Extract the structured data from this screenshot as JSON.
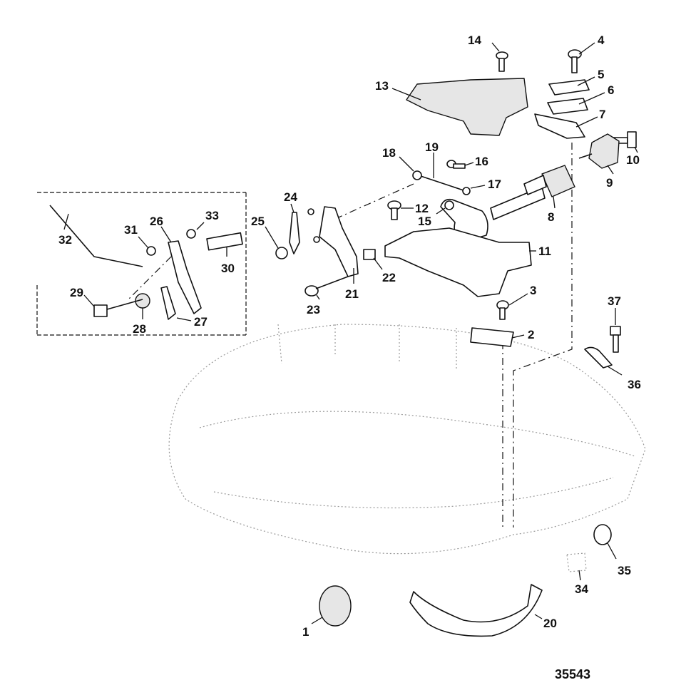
{
  "diagram": {
    "figure_number": "35543",
    "callouts": [
      {
        "id": "c1",
        "label": "1"
      },
      {
        "id": "c2",
        "label": "2"
      },
      {
        "id": "c3",
        "label": "3"
      },
      {
        "id": "c4",
        "label": "4"
      },
      {
        "id": "c5",
        "label": "5"
      },
      {
        "id": "c6",
        "label": "6"
      },
      {
        "id": "c7",
        "label": "7"
      },
      {
        "id": "c8",
        "label": "8"
      },
      {
        "id": "c9",
        "label": "9"
      },
      {
        "id": "c10",
        "label": "10"
      },
      {
        "id": "c11",
        "label": "11"
      },
      {
        "id": "c12",
        "label": "12"
      },
      {
        "id": "c13",
        "label": "13"
      },
      {
        "id": "c14",
        "label": "14"
      },
      {
        "id": "c15",
        "label": "15"
      },
      {
        "id": "c16",
        "label": "16"
      },
      {
        "id": "c17",
        "label": "17"
      },
      {
        "id": "c18",
        "label": "18"
      },
      {
        "id": "c19",
        "label": "19"
      },
      {
        "id": "c20",
        "label": "20"
      },
      {
        "id": "c21",
        "label": "21"
      },
      {
        "id": "c22",
        "label": "22"
      },
      {
        "id": "c23",
        "label": "23"
      },
      {
        "id": "c24",
        "label": "24"
      },
      {
        "id": "c25",
        "label": "25"
      },
      {
        "id": "c26",
        "label": "26"
      },
      {
        "id": "c27",
        "label": "27"
      },
      {
        "id": "c28",
        "label": "28"
      },
      {
        "id": "c29",
        "label": "29"
      },
      {
        "id": "c30",
        "label": "30"
      },
      {
        "id": "c31",
        "label": "31"
      },
      {
        "id": "c32",
        "label": "32"
      },
      {
        "id": "c33",
        "label": "33"
      },
      {
        "id": "c34",
        "label": "34"
      },
      {
        "id": "c35",
        "label": "35"
      },
      {
        "id": "c36",
        "label": "36"
      },
      {
        "id": "c37",
        "label": "37"
      }
    ]
  }
}
